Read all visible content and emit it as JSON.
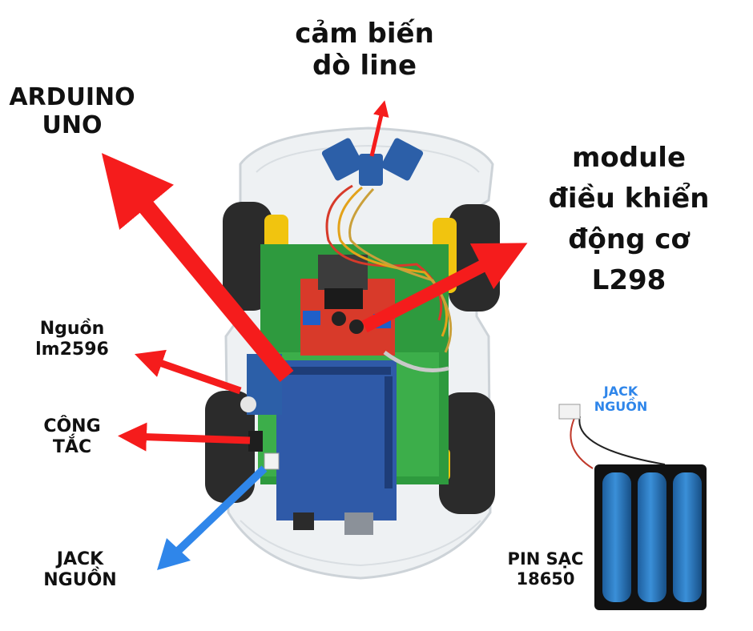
{
  "labels": {
    "line_sensor": "cảm biến\ndò line",
    "arduino": "ARDUINO\nUNO",
    "motor_driver": "module\nđiều khiển\nđộng cơ\nL298",
    "regulator": "Nguồn\nlm2596",
    "switch": "CÔNG\nTẮC",
    "power_jack": "JACK\nNGUỒN",
    "battery_jack": "JACK\nNGUỒN",
    "battery": "PIN SẠC\n18650"
  },
  "colors": {
    "arrow_red": "#f51c1c",
    "arrow_blue": "#2f86ea",
    "label_blue": "#2f86ea",
    "label_text": "#111111"
  }
}
